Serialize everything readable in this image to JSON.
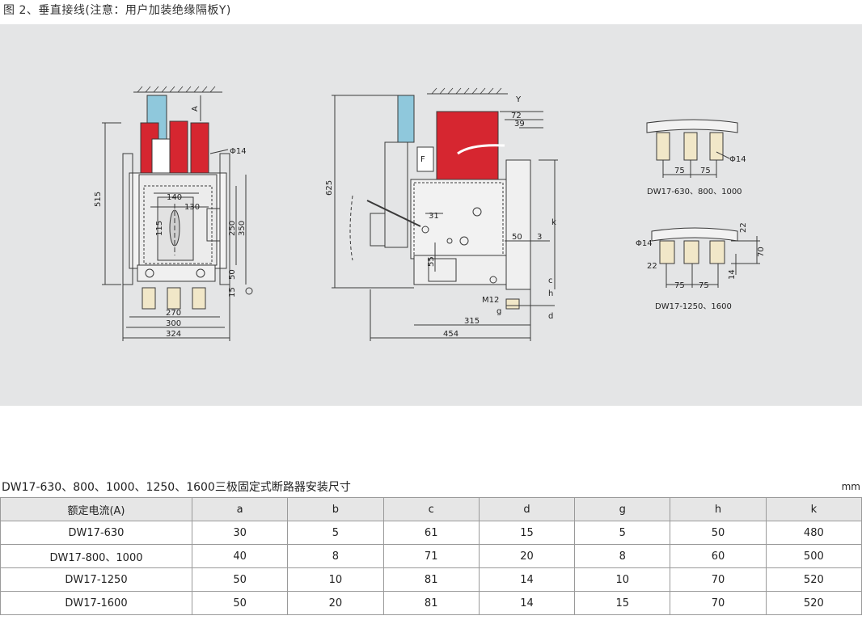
{
  "figure": {
    "title": "图  2、垂直接线(注意：用户加装绝缘隔板Y)"
  },
  "front_view": {
    "dims": [
      "515",
      "140",
      "130",
      "115",
      "250",
      "350",
      "270",
      "300",
      "324",
      "15",
      "50",
      "A",
      "Φ14"
    ]
  },
  "side_view": {
    "dims": [
      "625",
      "72",
      "39",
      "Y",
      "31",
      "55",
      "50",
      "3",
      "k",
      "h",
      "M12",
      "g",
      "c",
      "d",
      "315",
      "454",
      "F"
    ]
  },
  "terminal_details": [
    {
      "dims": [
        "75",
        "75",
        "Φ14"
      ],
      "caption": "DW17-630、800、1000"
    },
    {
      "dims": [
        "Φ14",
        "22",
        "75",
        "75",
        "22",
        "70",
        "14"
      ],
      "caption": "DW17-1250、1600"
    }
  ],
  "table": {
    "title": "DW17-630、800、1000、1250、1600三极固定式断路器安装尺寸",
    "unit": "mm",
    "headers": [
      "额定电流(A)",
      "a",
      "b",
      "c",
      "d",
      "g",
      "h",
      "k"
    ],
    "rows": [
      [
        "DW17-630",
        "30",
        "5",
        "61",
        "15",
        "5",
        "50",
        "480"
      ],
      [
        "DW17-800、1000",
        "40",
        "8",
        "71",
        "20",
        "8",
        "60",
        "500"
      ],
      [
        "DW17-1250",
        "50",
        "10",
        "81",
        "14",
        "10",
        "70",
        "520"
      ],
      [
        "DW17-1600",
        "50",
        "20",
        "81",
        "14",
        "15",
        "70",
        "520"
      ]
    ]
  },
  "colors": {
    "red": "#d62630",
    "blue": "#8fc8dc",
    "panel": "#e4e5e6",
    "line": "#3a3a3a"
  }
}
